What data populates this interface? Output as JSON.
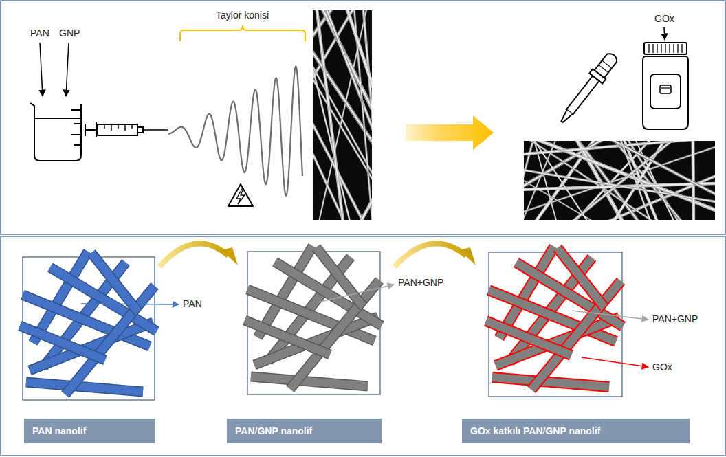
{
  "diagram": {
    "nodes": [
      {
        "text": [
          "PAN nanolif"
        ]
      },
      {
        "text": [
          "PAN/GNP nanolif"
        ]
      },
      {
        "text": [
          "GOx katkılı PAN/GNP nanolif"
        ]
      }
    ],
    "labels": [
      "PAN",
      "GNP",
      "Taylor konisi",
      "GOx",
      "PAN",
      "PAN+GNP",
      "PAN+GNP",
      "GOx"
    ]
  }
}
